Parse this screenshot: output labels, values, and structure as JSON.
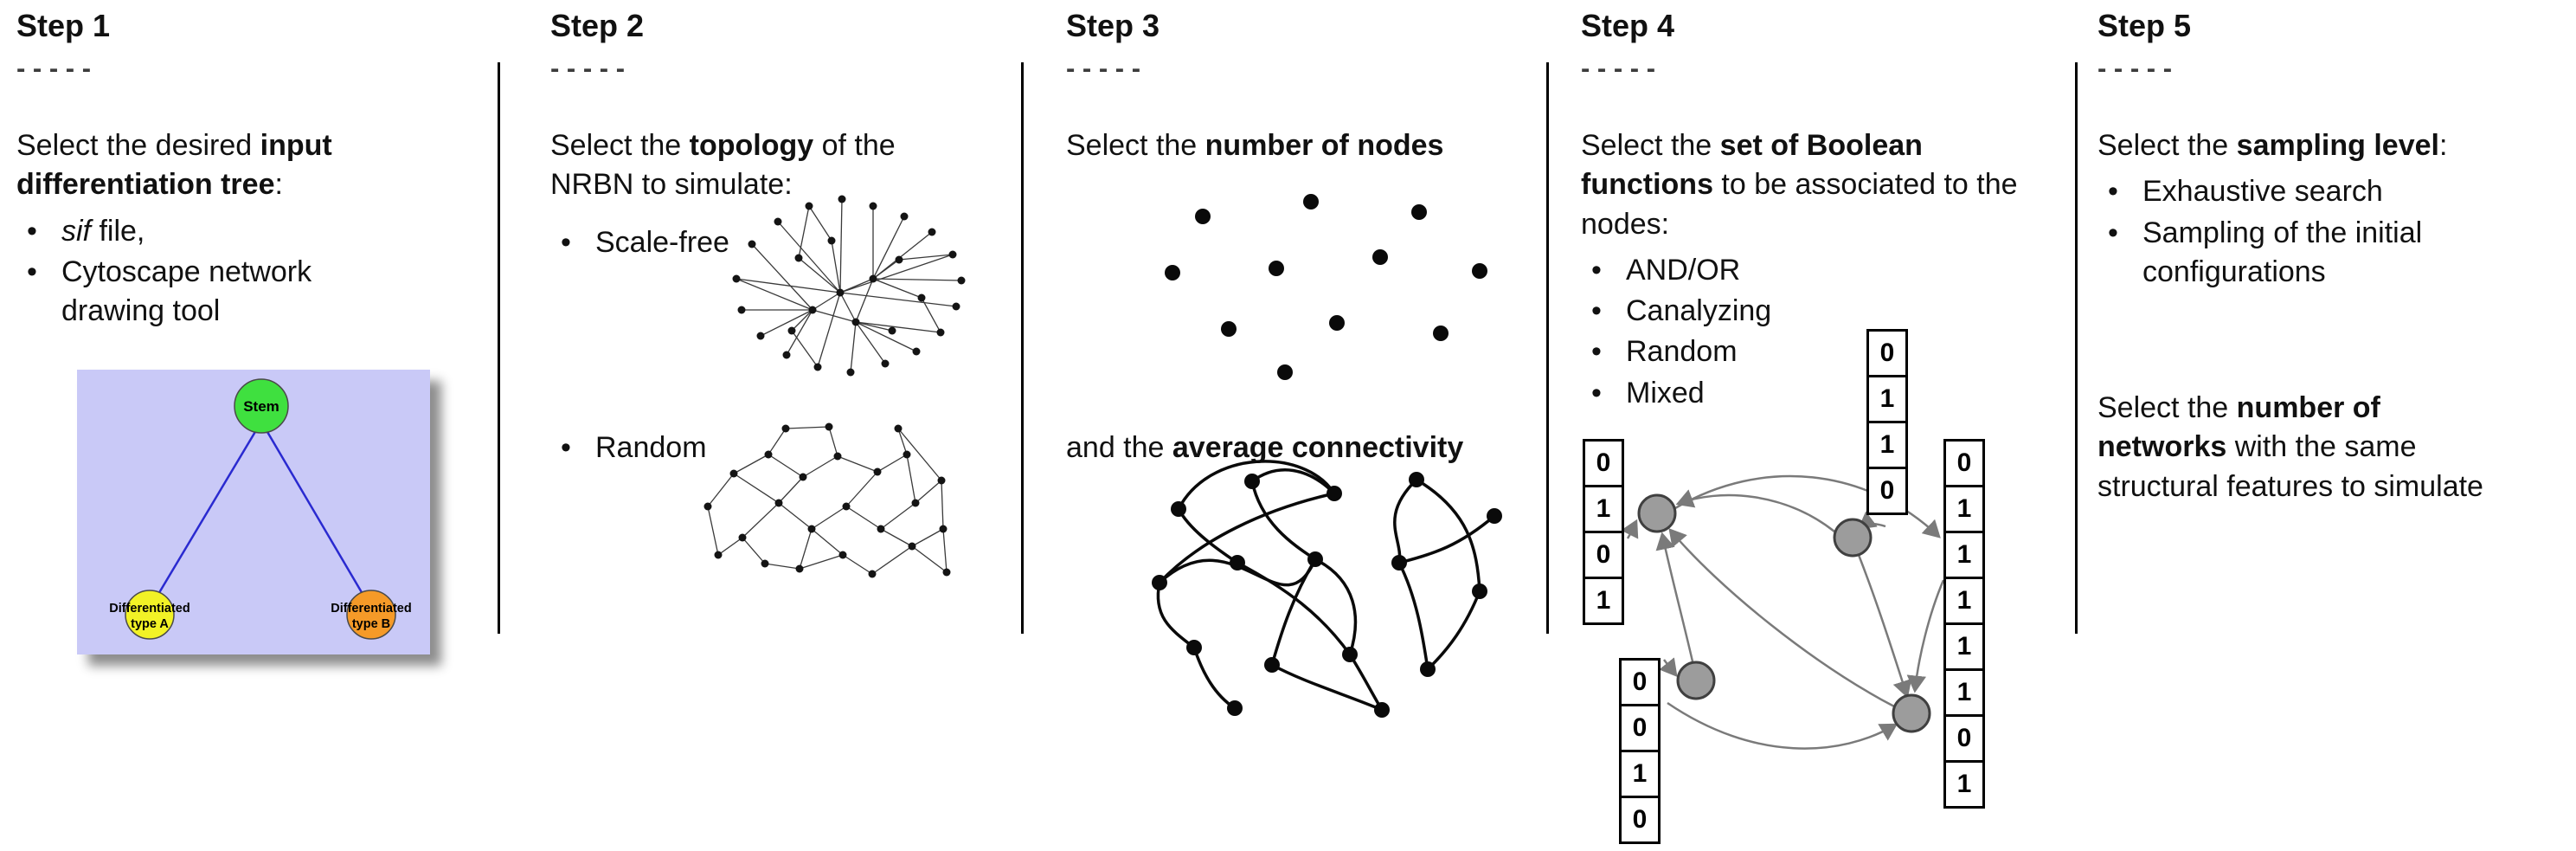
{
  "steps": [
    {
      "title": "Step 1",
      "dashes": "- - - - -",
      "intro": [
        "Select the desired ",
        "input differentiation tree",
        ":"
      ],
      "bullets": [
        {
          "italic": "sif",
          "text": " file,"
        },
        {
          "text": "Cytoscape network drawing tool"
        }
      ],
      "tree": {
        "root_label": "Stem",
        "left_label": [
          "Differentiated",
          "type A"
        ],
        "right_label": [
          "Differentiated",
          "type B"
        ],
        "colors": {
          "background": "#c9c9f7",
          "root": "#3fe03f",
          "left": "#f2f226",
          "right": "#f59a28",
          "edge": "#2a2ad0"
        }
      }
    },
    {
      "title": "Step 2",
      "dashes": "- - - - -",
      "intro": [
        "Select the ",
        "topology",
        " of the NRBN to simulate:"
      ],
      "bullets": [
        "Scale-free",
        "Random"
      ]
    },
    {
      "title": "Step 3",
      "dashes": "- - - - -",
      "intro": [
        "Select the ",
        "number of nodes",
        ""
      ],
      "second": [
        "and the ",
        "average connectivity",
        ""
      ]
    },
    {
      "title": "Step 4",
      "dashes": "- - - - -",
      "intro": [
        "Select the ",
        "set of Boolean functions",
        " to be associated to the nodes:"
      ],
      "bullets": [
        "AND/OR",
        "Canalyzing",
        "Random",
        "Mixed"
      ],
      "figure_colors": {
        "node": "#9c9c9c",
        "arrow": "#7a7a7a"
      },
      "truth_tables": {
        "left": [
          "0",
          "1",
          "0",
          "1"
        ],
        "top": [
          "0",
          "1",
          "1",
          "0"
        ],
        "right": [
          "0",
          "1",
          "1",
          "1",
          "1",
          "1",
          "0",
          "1"
        ],
        "bottom": [
          "0",
          "0",
          "1",
          "0"
        ]
      }
    },
    {
      "title": "Step 5",
      "dashes": "- - - - -",
      "intro": [
        "Select the ",
        "sampling level",
        ":"
      ],
      "bullets": [
        "Exhaustive search",
        "Sampling of the initial configurations"
      ],
      "second": [
        "Select the ",
        "number of networks",
        " with the same structural features to simulate"
      ]
    }
  ]
}
